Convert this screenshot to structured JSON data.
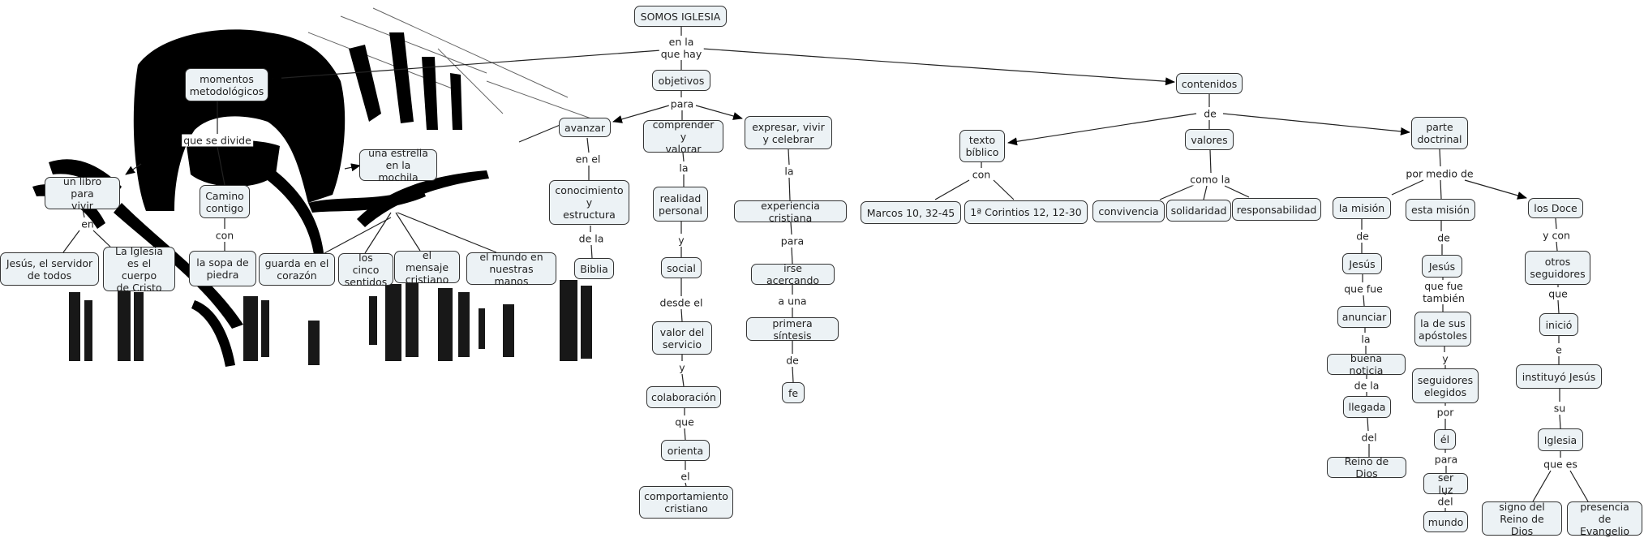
{
  "title": "SOMOS IGLESIA",
  "background_image": "jesus-with-people-illustration",
  "node_style": {
    "fill": "#ecf2f5",
    "border": "#333333",
    "text": "#222222",
    "line": "#222222"
  },
  "nodes": {
    "somos": "SOMOS IGLESIA",
    "objetivos": "objetivos",
    "contenidos": "contenidos",
    "momentos": "momentos\nmetodológicos",
    "avanzar": "avanzar",
    "comprender": "comprender y\nvalorar",
    "expresar": "expresar, vivir\ny celebrar",
    "conocimiento": "conocimiento\ny\nestructura",
    "biblia": "Biblia",
    "realidad": "realidad\npersonal",
    "social": "social",
    "valor_servicio": "valor del\nservicio",
    "colaboracion": "colaboración",
    "orienta": "orienta",
    "comportamiento": "comportamiento\ncristiano",
    "experiencia": "experiencia cristiana",
    "irse": "irse acercando",
    "primera": "primera síntesis",
    "fe": "fe",
    "texto": "texto\nbíblico",
    "marcos": "Marcos 10, 32-45",
    "corintios": "1ª Corintios 12, 12-30",
    "valores": "valores",
    "convivencia": "convivencia",
    "solidaridad": "solidaridad",
    "responsabilidad": "responsabilidad",
    "parte": "parte\ndoctrinal",
    "la_mision": "la misión",
    "esta_mision": "esta misión",
    "los_doce": "los Doce",
    "jesus1": "Jesús",
    "anunciar": "anunciar",
    "buena": "buena noticia",
    "llegada": "llegada",
    "reino1": "Reino de Dios",
    "jesus2": "Jesús",
    "apostoles": "la de sus\napóstoles",
    "seguidores_eleg": "seguidores\nelegidos",
    "el": "él",
    "ser_luz": "ser luz",
    "mundo": "mundo",
    "otros": "otros\nseguidores",
    "inicio": "inició",
    "instituyo": "instituyó Jesús",
    "iglesia": "Iglesia",
    "signo": "signo del\nReino de Dios",
    "presencia": "presencia de\nEvangelio",
    "libro": "un libro para\nvivir",
    "camino": "Camino\ncontigo",
    "estrella": "una estrella\nen la mochila",
    "jesus_servidor": "Jesús, el servidor\nde todos",
    "la_iglesia_cuerpo": "La Iglesia\nes el cuerpo\nde Cristo",
    "sopa": "la sopa de\npiedra",
    "guarda": "guarda en el\ncorazón",
    "cinco": "los cinco\nsentidos",
    "mensaje": "el mensaje\ncristiano",
    "mundo_manos": "el mundo en\nnuestras manos"
  },
  "links": {
    "en_la_que_hay": "en la\nque hay",
    "para1": "para",
    "que_se_divide": "que se divide",
    "en_el": "en el",
    "de_la1": "de la",
    "la1": "la",
    "y1": "y",
    "desde_el": "desde el",
    "y2": "y",
    "que1": "que",
    "el1": "el",
    "la2": "la",
    "para2": "para",
    "a_una": "a una",
    "de1": "de",
    "de2": "de",
    "con1": "con",
    "como_la": "como la",
    "por_medio_de": "por medio de",
    "de3": "de",
    "que_fue": "que fue",
    "la3": "la",
    "de_la2": "de la",
    "del1": "del",
    "de4": "de",
    "que_fue_tambien": "que fue\ntambién",
    "y3": "y",
    "por": "por",
    "para3": "para",
    "del2": "del",
    "y_con": "y con",
    "que2": "que",
    "e": "e",
    "su": "su",
    "que_es": "que es",
    "en": "en",
    "con2": "con"
  }
}
